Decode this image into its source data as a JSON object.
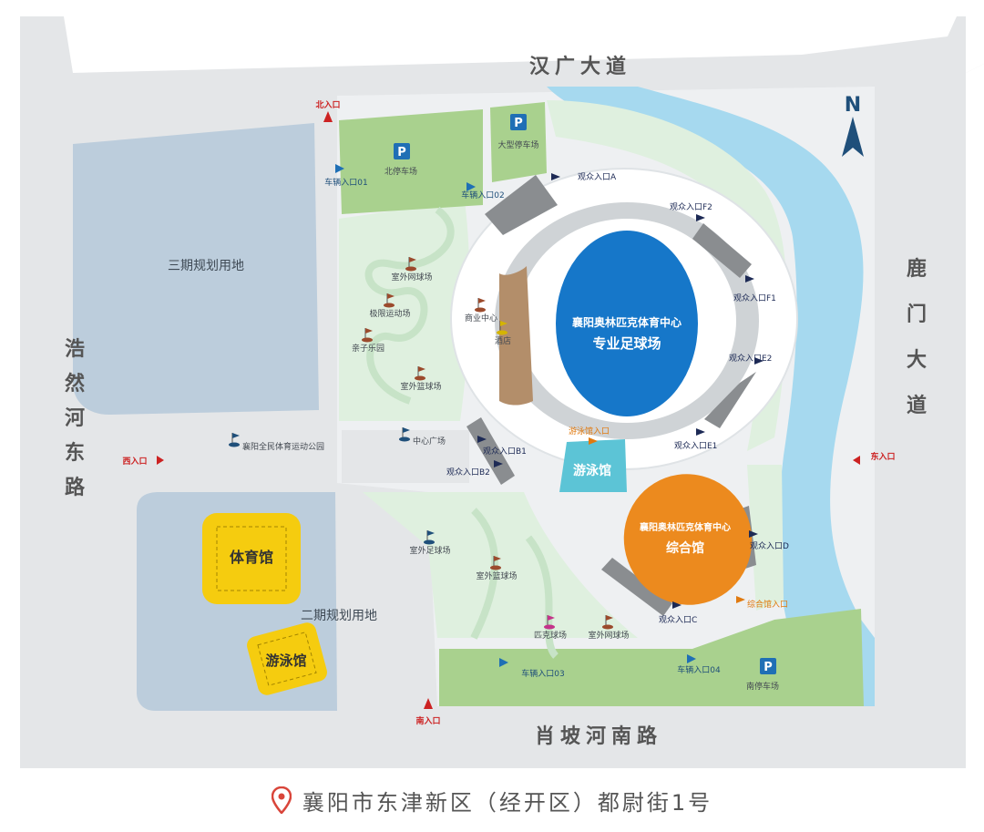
{
  "roads": {
    "north": "汉广大道",
    "east": "鹿门大道",
    "west": "浩然河东路",
    "south": "肖坡河南路"
  },
  "compass": "N",
  "zones": {
    "phase3": "三期规划用地",
    "phase2": "二期规划用地",
    "gymnasium": "体育馆",
    "natatorium_planned": "游泳馆"
  },
  "venues": {
    "stadium_name": "襄阳奥林匹克体育中心",
    "stadium_type": "专业足球场",
    "arena_name": "襄阳奥林匹克体育中心",
    "arena_type": "综合馆",
    "swimming": "游泳馆"
  },
  "parking": {
    "north": "北停车场",
    "large": "大型停车场",
    "south": "南停车场",
    "symbol": "P"
  },
  "entrances": {
    "north": "北入口",
    "west": "西入口",
    "east": "东入口",
    "south": "南入口"
  },
  "vehicle_entrances": [
    "车辆入口01",
    "车辆入口02",
    "车辆入口03",
    "车辆入口04"
  ],
  "audience_gates": {
    "A": "观众入口A",
    "F2": "观众入口F2",
    "F1": "观众入口F1",
    "E2": "观众入口E2",
    "E1": "观众入口E1",
    "B1": "观众入口B1",
    "B2": "观众入口B2",
    "C": "观众入口C",
    "D": "观众入口D",
    "swim": "游泳馆入口",
    "arena": "综合馆入口"
  },
  "facilities": {
    "outdoor_tennis_n": "室外网球场",
    "extreme_sports": "极限运动场",
    "kids_park": "亲子乐园",
    "outdoor_basketball_n": "室外篮球场",
    "commercial": "商业中心",
    "hotel": "酒店",
    "public_park": "襄阳全民体育运动公园",
    "central_plaza": "中心广场",
    "outdoor_football": "室外足球场",
    "outdoor_basketball_s": "室外篮球场",
    "pickleball": "匹克球场",
    "outdoor_tennis_s": "室外网球场"
  },
  "address": "襄阳市东津新区（经开区）都尉街1号",
  "colors": {
    "road": "#e4e6e8",
    "planned": "#bccddc",
    "park": "#dff0df",
    "parking": "#a9d18e",
    "river": "#a6d9ef",
    "stadium": "#1677c9",
    "arena": "#ec8a1e",
    "swim": "#5cc4d6",
    "yellow": "#f5cc0f",
    "entrance": "#cc2222"
  }
}
